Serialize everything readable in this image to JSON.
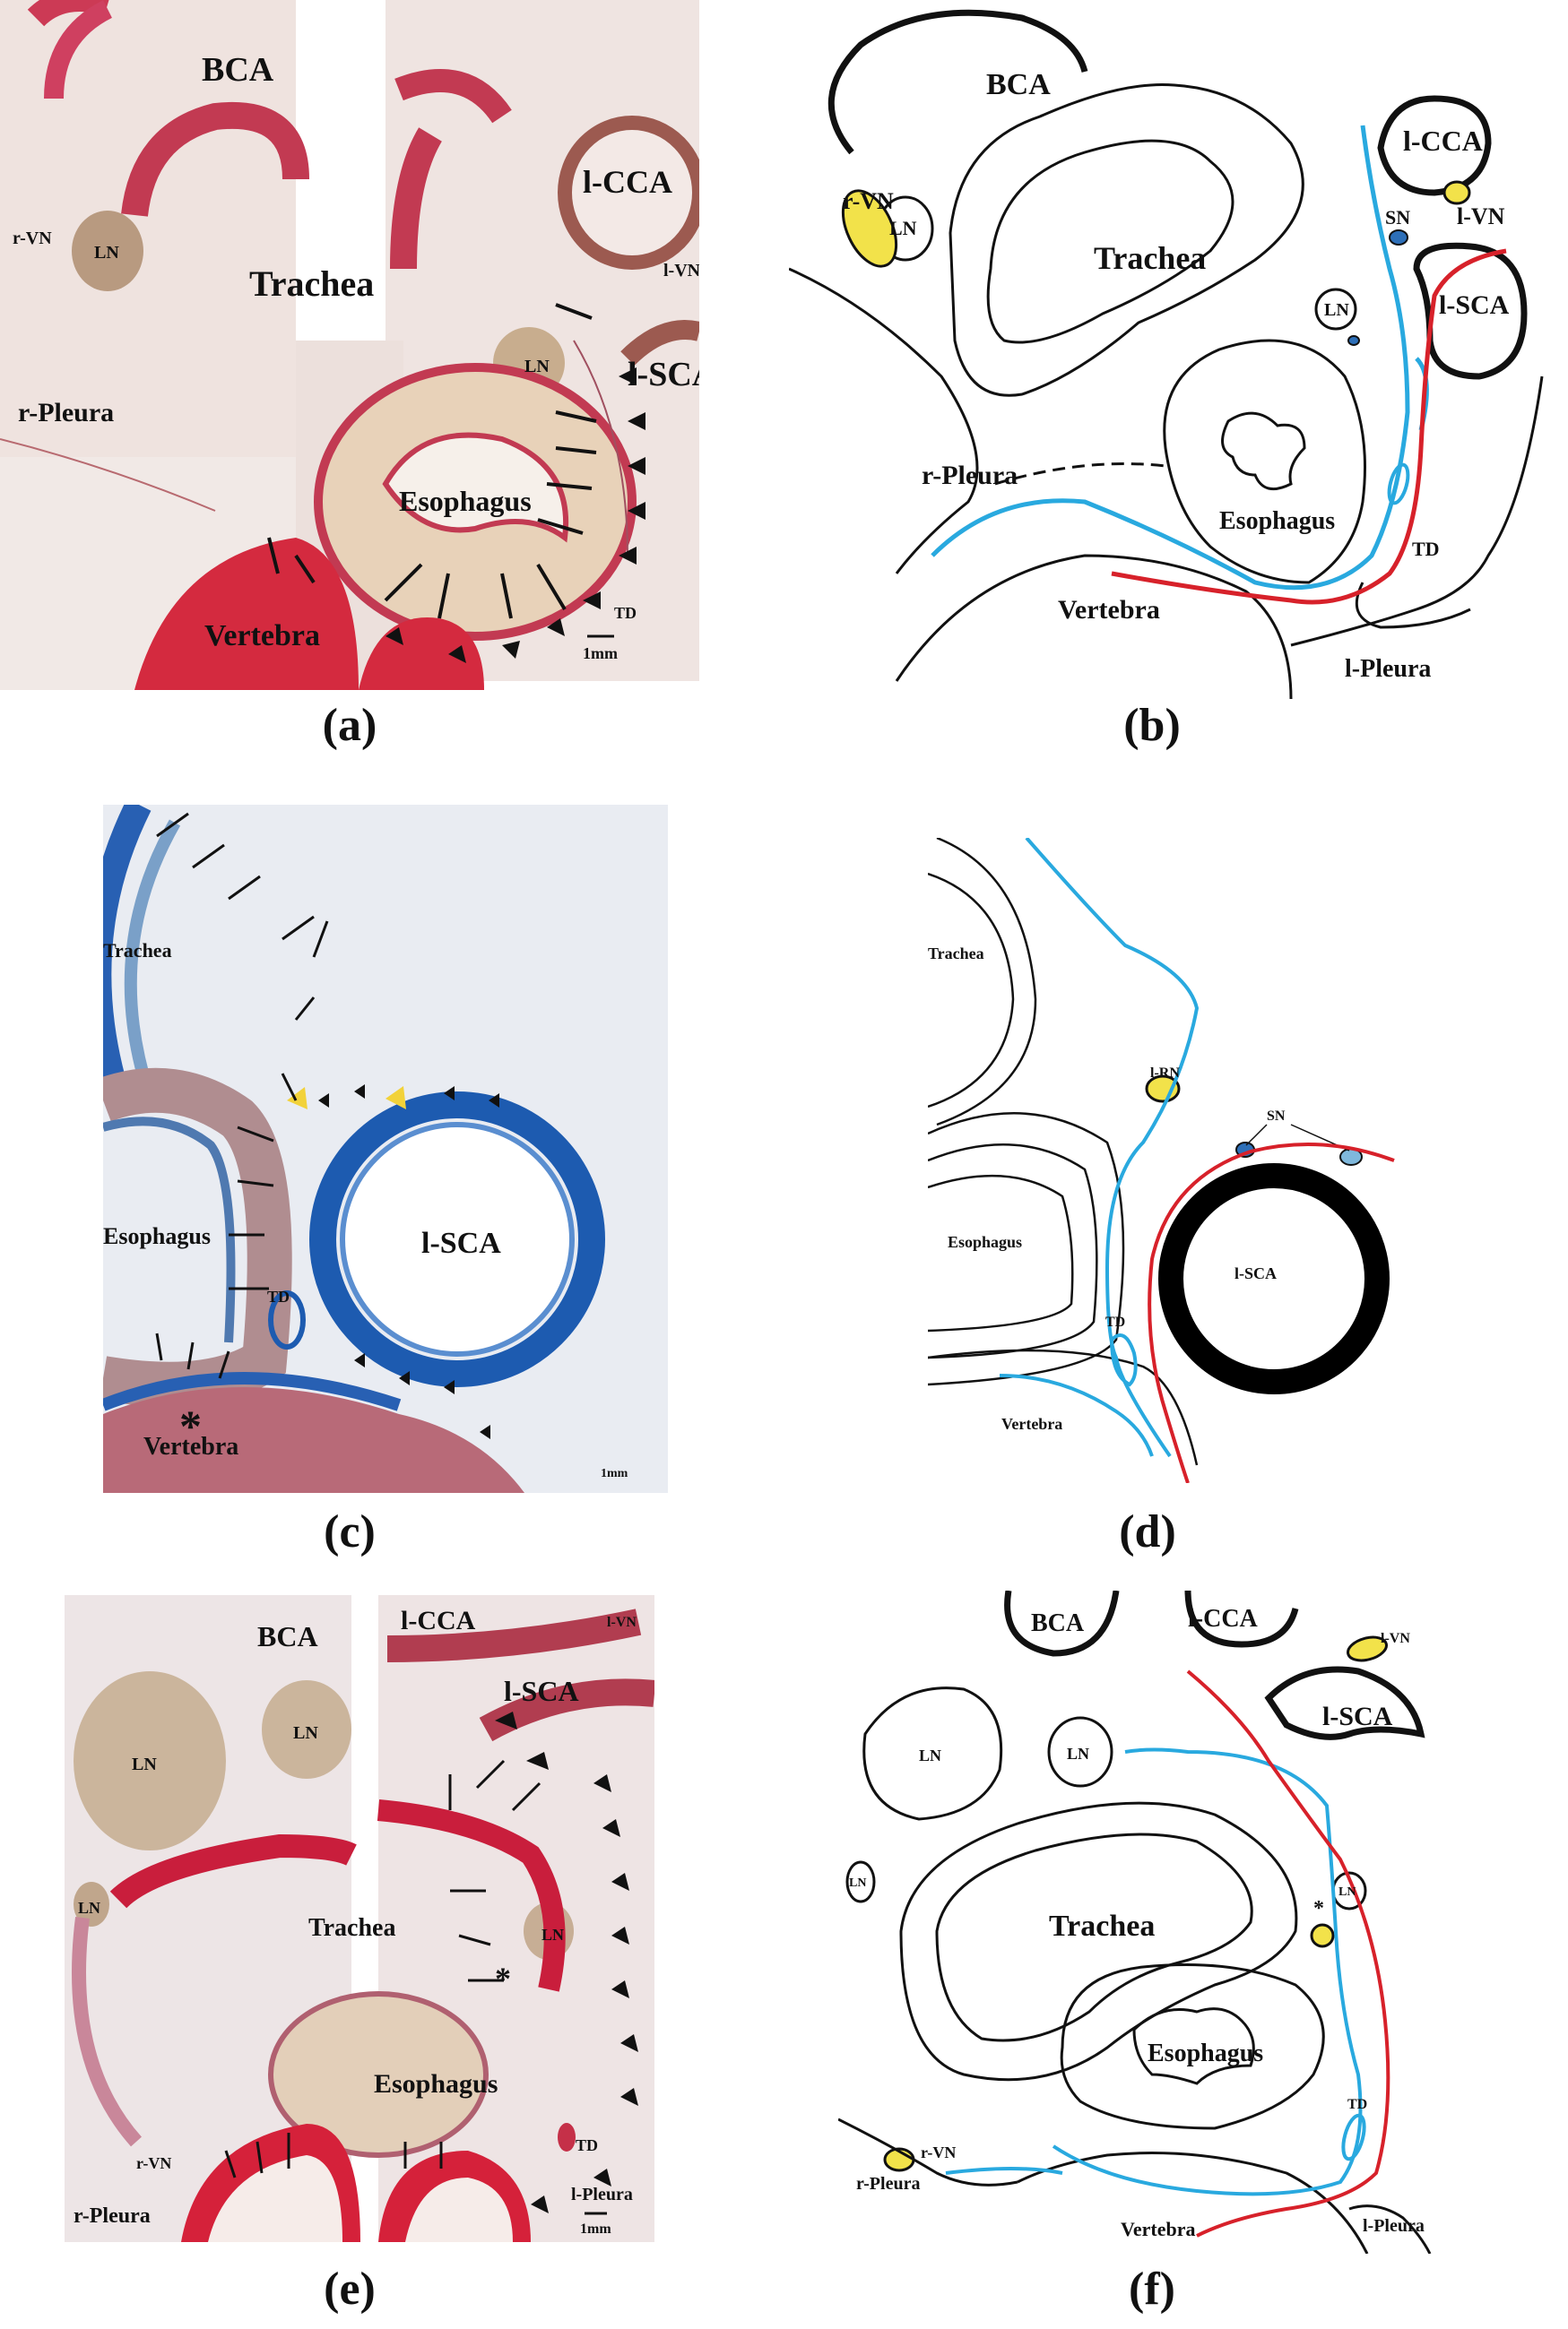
{
  "captions": {
    "a": "(a)",
    "b": "(b)",
    "c": "(c)",
    "d": "(d)",
    "e": "(e)",
    "f": "(f)"
  },
  "panel_a": {
    "labels": {
      "bca": "BCA",
      "lcca": "l-CCA",
      "rvn": "r-VN",
      "ln1": "LN",
      "trachea": "Trachea",
      "lvn": "l-VN",
      "ln2": "LN",
      "lsca": "l-SCA",
      "rpleura": "r-Pleura",
      "esophagus": "Esophagus",
      "vertebra": "Vertebra",
      "td": "TD",
      "scale": "1mm"
    }
  },
  "panel_b": {
    "labels": {
      "bca": "BCA",
      "lcca": "l-CCA",
      "rvn": "r-VN",
      "ln1": "LN",
      "lvn": "l-VN",
      "trachea": "Trachea",
      "sn": "SN",
      "ln2": "LN",
      "lsca": "l-SCA",
      "rpleura": "r-Pleura",
      "esophagus": "Esophagus",
      "td": "TD",
      "vertebra": "Vertebra",
      "lpleura": "l-Pleura"
    }
  },
  "panel_c": {
    "labels": {
      "trachea": "Trachea",
      "esophagus": "Esophagus",
      "lsca": "l-SCA",
      "td": "TD",
      "vertebra": "Vertebra",
      "scale": "1mm"
    }
  },
  "panel_d": {
    "labels": {
      "trachea": "Trachea",
      "lrn": "l-RN",
      "sn": "SN",
      "esophagus": "Esophagus",
      "lsca": "l-SCA",
      "td": "TD",
      "vertebra": "Vertebra"
    }
  },
  "panel_e": {
    "labels": {
      "bca": "BCA",
      "lcca": "l-CCA",
      "lvn": "l-VN",
      "lsca": "l-SCA",
      "ln1": "LN",
      "ln2": "LN",
      "ln3": "LN",
      "trachea": "Trachea",
      "ln4": "LN",
      "esophagus": "Esophagus",
      "rvn": "r-VN",
      "td": "TD",
      "rpleura": "r-Pleura",
      "lpleura": "l-Pleura",
      "scale": "1mm"
    }
  },
  "panel_f": {
    "labels": {
      "bca": "BCA",
      "lcca": "l-CCA",
      "lvn": "l-VN",
      "lsca": "l-SCA",
      "ln1": "LN",
      "ln2": "LN",
      "trachea": "Trachea",
      "ln3": "LN",
      "ln4": "LN",
      "esophagus": "Esophagus",
      "rvn": "r-VN",
      "td": "TD",
      "rpleura": "r-Pleura",
      "vertebra": "Vertebra",
      "lpleura": "l-Pleura"
    }
  },
  "colors": {
    "fascia_blue": "#29a9df",
    "fascia_red": "#d7212a",
    "nerve_yellow": "#f2e24a",
    "stain_red": "#c8324a",
    "stain_blue": "#2560b0"
  }
}
